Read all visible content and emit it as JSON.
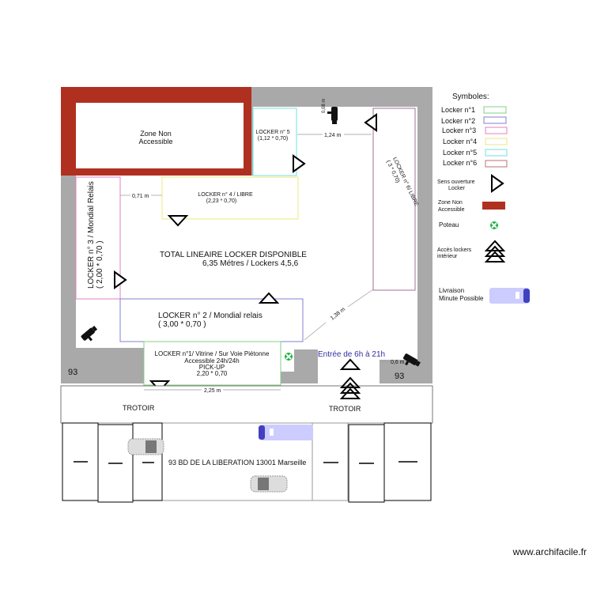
{
  "colors": {
    "wall": "#a9a9a9",
    "zone_non_accessible": "#b03020",
    "locker1": "#80d080",
    "locker2": "#8080d0",
    "locker3": "#e080c0",
    "locker4": "#e8e880",
    "locker5": "#70e0e0",
    "locker6": "#a07090",
    "poteau": "#20b040",
    "entree": "#3030a0"
  },
  "zone_non_accessible": {
    "line1": "Zone Non",
    "line2": "Accessible"
  },
  "lockers": {
    "l1": {
      "line1": "LOCKER n°1/ Vitrine / Sur Voie Piétonne",
      "line2": "Accessible 24h/24h",
      "line3": "PICK-UP",
      "line4": "2,20 * 0,70"
    },
    "l2": {
      "line1": "LOCKER n° 2 / Mondial relais",
      "line2": "( 3,00 * 0,70 )"
    },
    "l3": {
      "line1": "LOCKER n° 3 / Mondial Relais",
      "line2": "( 2,00 * 0,70 )"
    },
    "l4": {
      "line1": "LOCKER n° 4 / LIBRE",
      "line2": "(2,23 * 0,70)"
    },
    "l5": {
      "line1": "LOCKER n° 5",
      "line2": "(1,12 * 0,70)"
    },
    "l6": {
      "line1": "LOCKER n° 6/ LIBRE",
      "line2": "( 3 * 0,70)"
    }
  },
  "total": {
    "line1": "TOTAL LINEAIRE LOCKER DISPONIBLE",
    "line2": "6,35 Métres / Lockers 4,5,6"
  },
  "dimensions": {
    "d071": "0,71 m",
    "d124": "1,24 m",
    "d008": "0,08 m",
    "d138": "1,38 m",
    "d06": "0,6 m",
    "d225": "2,25 m"
  },
  "entree": "Entrée de 6h à 21h",
  "number_left": "93",
  "number_right": "93",
  "trotoir_left": "TROTOIR",
  "trotoir_right": "TROTOIR",
  "address": "93 BD DE LA LIBERATION 13001 Marseille",
  "legend": {
    "title": "Symboles:",
    "lockers": [
      "Locker n°1",
      "Locker n°2",
      "Locker n°3",
      "Locker n°4",
      "Locker n°5",
      "Locker n°6"
    ],
    "sens1": "Sens ouverture",
    "sens2": "Locker",
    "zone1": "Zone Non",
    "zone2": "Accessible",
    "poteau": "Poteau",
    "acces1": "Accès lockers",
    "acces2": "intérieur",
    "livraison1": "Livraison",
    "livraison2": "Minute Possible"
  },
  "watermark": "www.archifacile.fr"
}
